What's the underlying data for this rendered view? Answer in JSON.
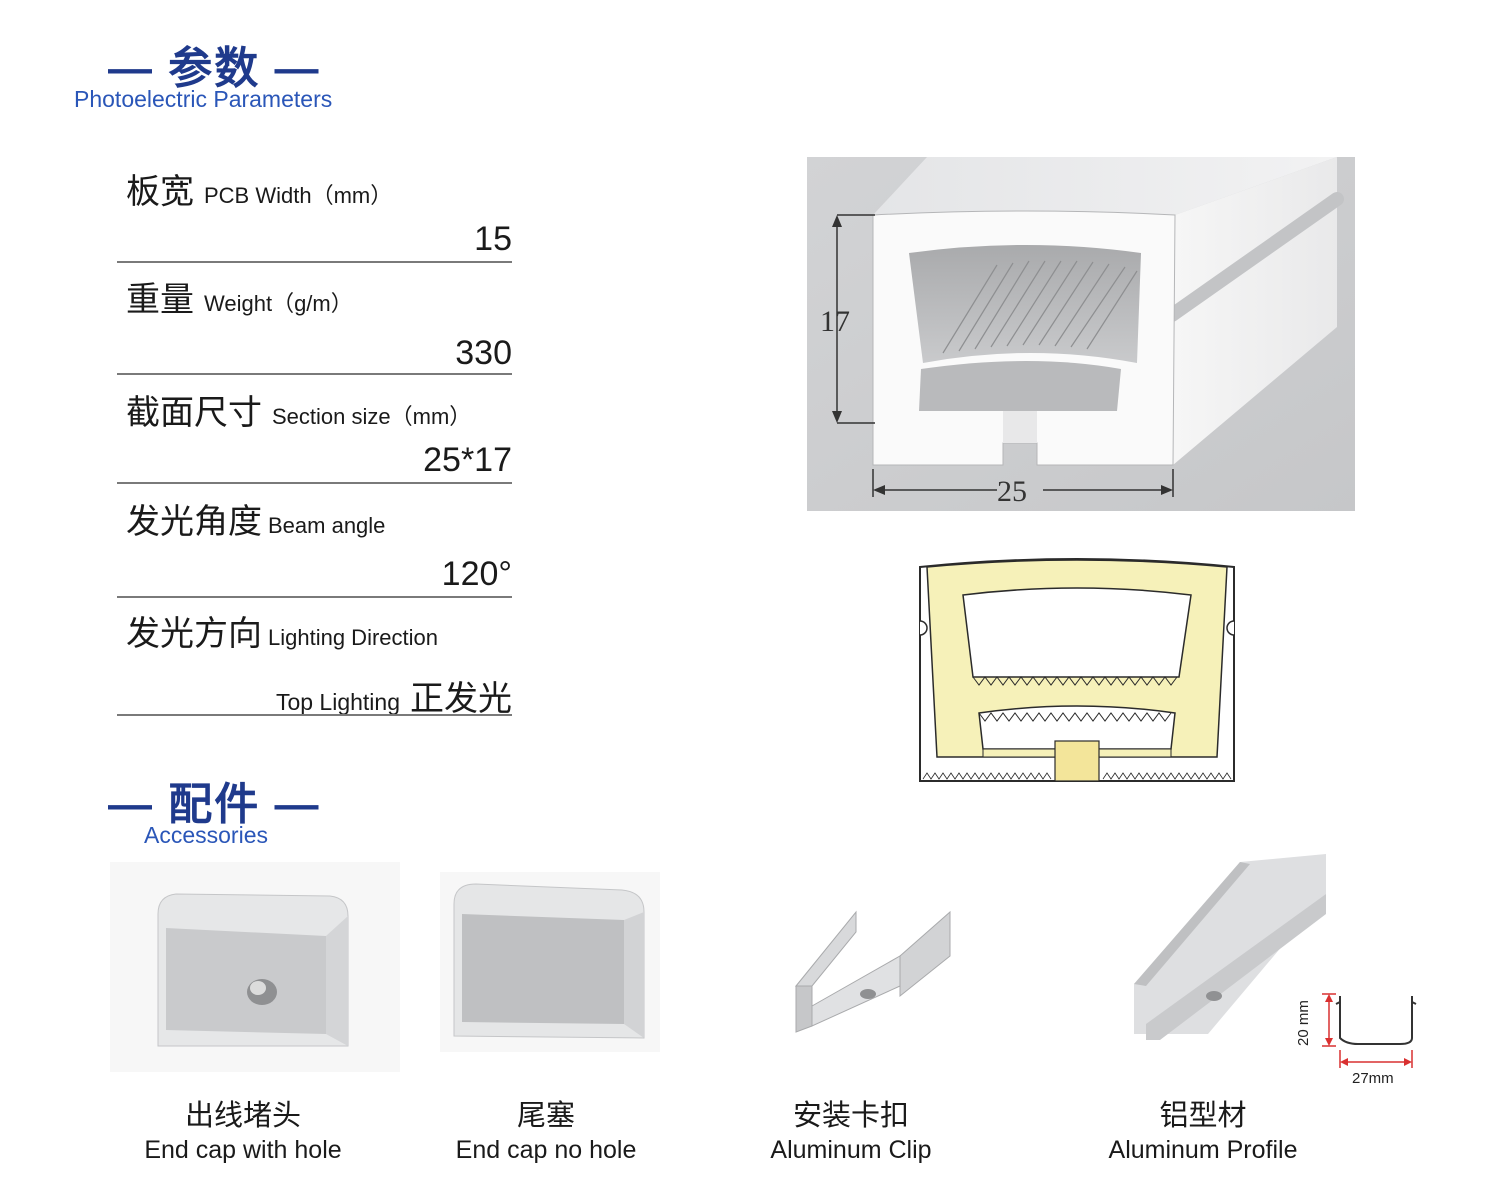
{
  "header": {
    "title": "— 参数 —",
    "subtitle": "Photoelectric Parameters"
  },
  "params": [
    {
      "zh": "板宽",
      "en": "PCB Width（mm）",
      "value": "15"
    },
    {
      "zh": "重量",
      "en": "Weight（g/m）",
      "value": "330"
    },
    {
      "zh": "截面尺寸",
      "en": "Section size（mm）",
      "value": "25*17"
    },
    {
      "zh": "发光角度",
      "en": "Beam angle",
      "value": "120°"
    },
    {
      "zh": "发光方向",
      "en": "Lighting Direction",
      "value_en": "Top Lighting",
      "value": "正发光"
    }
  ],
  "dims": {
    "height": "17",
    "width": "25"
  },
  "accessories_header": {
    "title": "— 配件 —",
    "subtitle": "Accessories"
  },
  "accessories": [
    {
      "zh": "出线堵头",
      "en": "End cap with hole"
    },
    {
      "zh": "尾塞",
      "en": "End cap no hole"
    },
    {
      "zh": "安装卡扣",
      "en": "Aluminum Clip"
    },
    {
      "zh": "铝型材",
      "en": "Aluminum Profile"
    }
  ],
  "profile_dims": {
    "height": "20 mm",
    "width": "27mm"
  },
  "colors": {
    "brand": "#1f3a8c",
    "accent": "#2a56b8",
    "glow": "#f6f1b9"
  }
}
